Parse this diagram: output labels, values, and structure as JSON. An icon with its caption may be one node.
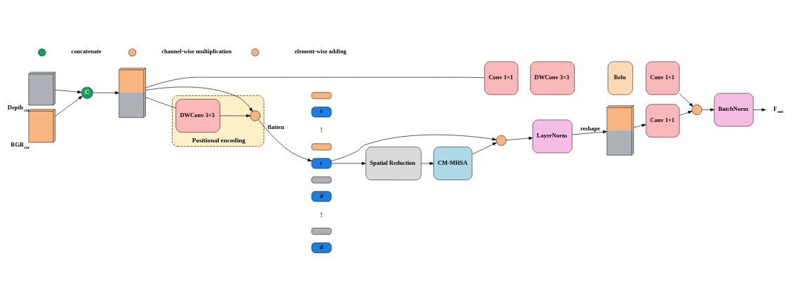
{
  "diagram": {
    "nodes": [
      {
        "text": [],
        "shape": "cube",
        "beside": [
          "RGB$_{cor}$"
        ]
      },
      {
        "text": [],
        "shape": "cube",
        "beside": [
          "Depth$_{cor}$"
        ]
      },
      {
        "text": [
          "C"
        ]
      },
      {
        "text": [],
        "shape": "cube"
      },
      {
        "text": [
          "Positional encoding"
        ]
      },
      {
        "text": [
          "DWConv 3×3"
        ],
        "in": 4
      },
      {
        "text": [],
        "shape": "circle",
        "in": 4
      },
      {
        "text": [],
        "shape": "box"
      },
      {
        "text": [
          "r"
        ]
      },
      {
        "text": [],
        "shape": "box"
      },
      {
        "text": [
          "r"
        ]
      },
      {
        "text": [],
        "shape": "box"
      },
      {
        "text": [
          "d"
        ]
      },
      {
        "text": [],
        "shape": "box"
      },
      {
        "text": [
          "d"
        ]
      },
      {
        "text": [
          "Spatial Reduction"
        ]
      },
      {
        "text": [
          "CM-MHSA"
        ]
      },
      {
        "text": [],
        "shape": "circle"
      },
      {
        "text": [
          "LayerNorm"
        ]
      },
      {
        "text": [],
        "shape": "cube"
      },
      {
        "text": [
          "Conv 1×1"
        ]
      },
      {
        "text": [],
        "shape": "circle"
      },
      {
        "text": [
          "BatchNorm"
        ]
      },
      {
        "text": [
          "F$_{out}$"
        ]
      },
      {
        "text": [
          "Conv 1×1"
        ]
      },
      {
        "text": [
          "DWConv 3×3"
        ]
      },
      {
        "text": [
          "Relu"
        ]
      },
      {
        "text": [
          "Conv 1×1"
        ]
      }
    ],
    "edges": [
      {
        "from": 0,
        "to": 2,
        "arrow": "to"
      },
      {
        "from": 1,
        "to": 2,
        "arrow": "to"
      },
      {
        "from": 2,
        "to": 3,
        "arrow": "to"
      },
      {
        "from": 3,
        "to": 6,
        "arrow": "to"
      },
      {
        "from": 3,
        "to": 5,
        "arrow": "none"
      },
      {
        "from": 5,
        "to": 6,
        "arrow": "to"
      },
      {
        "from": 3,
        "to": 24,
        "arrow": "none"
      },
      {
        "from": 27,
        "to": 21,
        "arrow": "to"
      },
      {
        "from": 6,
        "to": 10,
        "arrow": "to",
        "label": "flatten"
      },
      {
        "from": 10,
        "to": 15,
        "arrow": "to"
      },
      {
        "from": 10,
        "to": 17,
        "arrow": "to"
      },
      {
        "from": 15,
        "to": 16,
        "arrow": "to"
      },
      {
        "from": 16,
        "to": 17,
        "arrow": "to"
      },
      {
        "from": 17,
        "to": 18,
        "arrow": "to"
      },
      {
        "from": 18,
        "to": 19,
        "arrow": "to",
        "label": "reshape"
      },
      {
        "from": 19,
        "to": 20,
        "arrow": "to"
      },
      {
        "from": 20,
        "to": 21,
        "arrow": "to"
      },
      {
        "from": 21,
        "to": 22,
        "arrow": "to"
      },
      {
        "from": 22,
        "to": 23,
        "arrow": "to"
      }
    ],
    "labels": [
      "⋮",
      "⋮"
    ],
    "legend": [
      {
        "text": "concatenate"
      },
      {
        "text": "channel-wise multiplication"
      },
      {
        "text": "element-wise adding"
      }
    ]
  }
}
